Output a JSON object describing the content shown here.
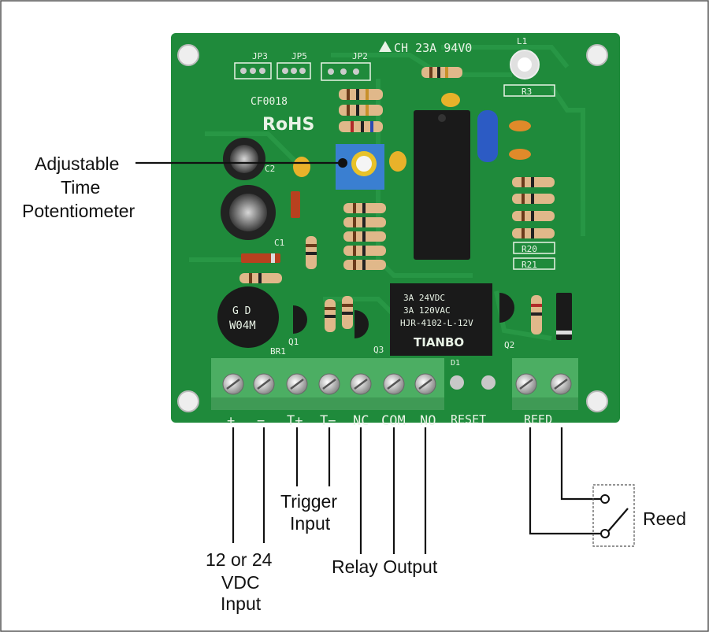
{
  "board": {
    "jumpers": [
      "JP3",
      "JP5",
      "JP2"
    ],
    "header_text": "CH 23A  94V0",
    "part_code": "CF0018",
    "rohs": "RoHS",
    "silk": {
      "c2": "C2",
      "c1": "C1",
      "br1": "BR1",
      "l1": "L1",
      "r3": "R3",
      "r20": "R20",
      "r21": "R21",
      "q1": "Q1",
      "q2": "Q2",
      "q3": "Q3",
      "d1": "D1"
    },
    "bridge_marking": "W04M",
    "bridge_top": "G D",
    "relay": {
      "line1": "3A 24VDC",
      "line2": "3A 120VAC",
      "line3": "HJR-4102-L-12V",
      "brand": "TIANBO"
    },
    "terminals": [
      "+",
      "−",
      "T+",
      "T−",
      "NC",
      "COM",
      "NO"
    ],
    "reset_label": "RESET",
    "reed_label": "REED"
  },
  "annotations": {
    "pot_line1": "Adjustable",
    "pot_line2": "Time",
    "pot_line3": "Potentiometer",
    "trigger_line1": "Trigger",
    "trigger_line2": "Input",
    "power_line1": "12 or 24",
    "power_line2": "VDC",
    "power_line3": "Input",
    "relay_output": "Relay Output",
    "reed": "Reed"
  },
  "colors": {
    "pcb": "#1f8a3b",
    "pcb_dark": "#176d2e",
    "terminal_block": "#4cae63",
    "trace": "#2a9a48"
  }
}
